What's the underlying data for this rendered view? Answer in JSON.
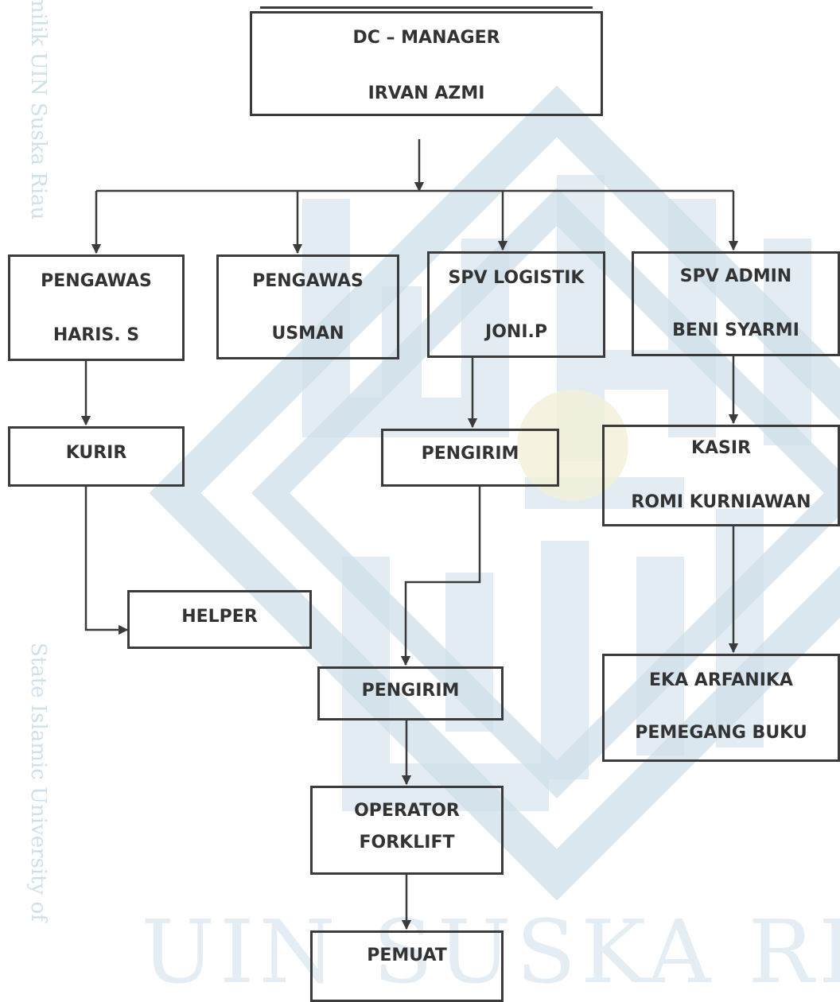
{
  "watermark": {
    "side_line_1": "milik UIN Suska Riau",
    "side_line_2": "State Islamic University of",
    "bottom_text": "UIN SUSKA RIAU",
    "color": "#cfe0ea"
  },
  "chart": {
    "manager": {
      "title": "DC – MANAGER",
      "name": "IRVAN AZMI"
    },
    "pengawas_1": {
      "title": "PENGAWAS",
      "name": "HARIS. S"
    },
    "pengawas_2": {
      "title": "PENGAWAS",
      "name": "USMAN"
    },
    "spv_logistik": {
      "title": "SPV LOGISTIK",
      "name": "JONI.P"
    },
    "spv_admin": {
      "title": "SPV ADMIN",
      "name": "BENI SYARMI"
    },
    "kurir": {
      "title": "KURIR"
    },
    "helper": {
      "title": "HELPER"
    },
    "pengirim_1": {
      "title": "PENGIRIM"
    },
    "pengirim_2": {
      "title": "PENGIRIM"
    },
    "operator": {
      "title": "OPERATOR",
      "name": "FORKLIFT"
    },
    "pemuat": {
      "title": "PEMUAT"
    },
    "kasir": {
      "title": "KASIR",
      "name": "ROMI KURNIAWAN"
    },
    "pemegang_buku": {
      "title": "EKA ARFANIKA",
      "name": "PEMEGANG BUKU"
    }
  },
  "colors": {
    "line": "#3b3b3b",
    "text": "#333333",
    "watermark": "#cfe0ea"
  }
}
